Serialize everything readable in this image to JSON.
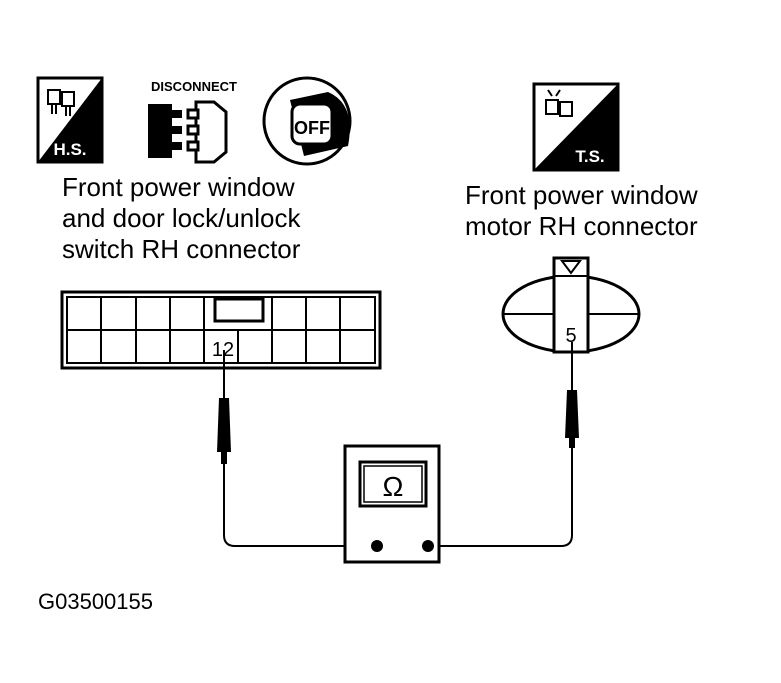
{
  "symbols": {
    "harness_side": "H.S.",
    "terminal_side": "T.S.",
    "disconnect": "DISCONNECT",
    "ignition": "OFF"
  },
  "connectors": {
    "switch": {
      "label_lines": [
        "Front power window",
        "and door lock/unlock",
        "switch RH connector"
      ],
      "terminal": "12"
    },
    "motor": {
      "label_lines": [
        "Front power window",
        "motor RH connector"
      ],
      "terminal": "5"
    }
  },
  "meter": {
    "symbol": "Ω"
  },
  "figure_id": "G03500155",
  "colors": {
    "ink": "#000000",
    "paper": "#ffffff"
  }
}
